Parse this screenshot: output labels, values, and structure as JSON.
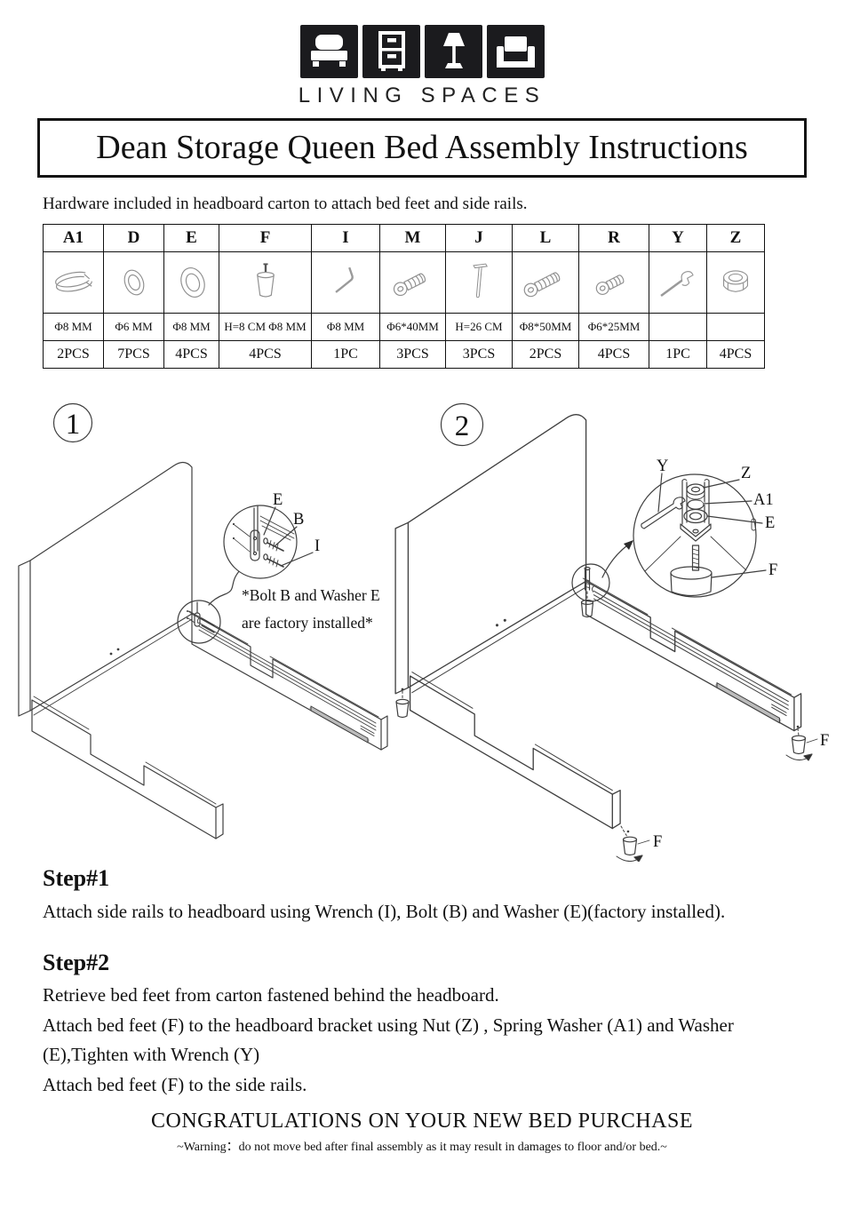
{
  "brand": {
    "name_text": "LIVING SPACES"
  },
  "title": "Dean Storage Queen Bed Assembly Instructions",
  "intro": "Hardware included in headboard carton to attach bed feet and side rails.",
  "hardware_table": {
    "columns": [
      {
        "id": "A1",
        "icon": "spring-washer-icon",
        "spec": "Φ8 MM",
        "qty": "2PCS"
      },
      {
        "id": "D",
        "icon": "washer-icon",
        "spec": "Φ6 MM",
        "qty": "7PCS"
      },
      {
        "id": "E",
        "icon": "washer-icon",
        "spec": "Φ8 MM",
        "qty": "4PCS"
      },
      {
        "id": "F",
        "icon": "bed-foot-icon",
        "spec": "H=8 CM Φ8 MM",
        "qty": "4PCS"
      },
      {
        "id": "I",
        "icon": "allen-wrench-icon",
        "spec": "Φ8 MM",
        "qty": "1PC"
      },
      {
        "id": "M",
        "icon": "bolt-icon",
        "spec": "Φ6*40MM",
        "qty": "3PCS"
      },
      {
        "id": "J",
        "icon": "pin-icon",
        "spec": "H=26 CM",
        "qty": "3PCS"
      },
      {
        "id": "L",
        "icon": "bolt-icon",
        "spec": "Φ8*50MM",
        "qty": "2PCS"
      },
      {
        "id": "R",
        "icon": "bolt-icon",
        "spec": "Φ6*25MM",
        "qty": "4PCS"
      },
      {
        "id": "Y",
        "icon": "wrench-icon",
        "spec": "",
        "qty": "1PC"
      },
      {
        "id": "Z",
        "icon": "hex-nut-icon",
        "spec": "",
        "qty": "4PCS"
      }
    ]
  },
  "diagram1": {
    "number": "1",
    "label_e": "E",
    "label_b": "B",
    "label_i": "I",
    "note_line1": "*Bolt B and Washer E",
    "note_line2": "are factory installed*"
  },
  "diagram2": {
    "number": "2",
    "label_y": "Y",
    "label_z": "Z",
    "label_a1": "A1",
    "label_e": "E",
    "label_f": "F",
    "label_f_near": "F",
    "label_f_far": "F"
  },
  "steps": [
    {
      "heading": "Step#1",
      "lines": [
        "Attach side rails to headboard using Wrench (I), Bolt (B) and Washer (E)(factory installed)."
      ]
    },
    {
      "heading": "Step#2",
      "lines": [
        "Retrieve bed feet from carton fastened behind the headboard.",
        "Attach bed feet (F) to the headboard bracket using Nut (Z) , Spring Washer (A1) and Washer",
        "(E),Tighten with Wrench (Y)",
        "Attach bed feet (F) to the side rails."
      ]
    }
  ],
  "footer": {
    "congrats": "CONGRATULATIONS ON YOUR NEW BED PURCHASE",
    "warning": "~Warning：do not move bed after final assembly as it may result in damages to floor and/or bed.~"
  }
}
